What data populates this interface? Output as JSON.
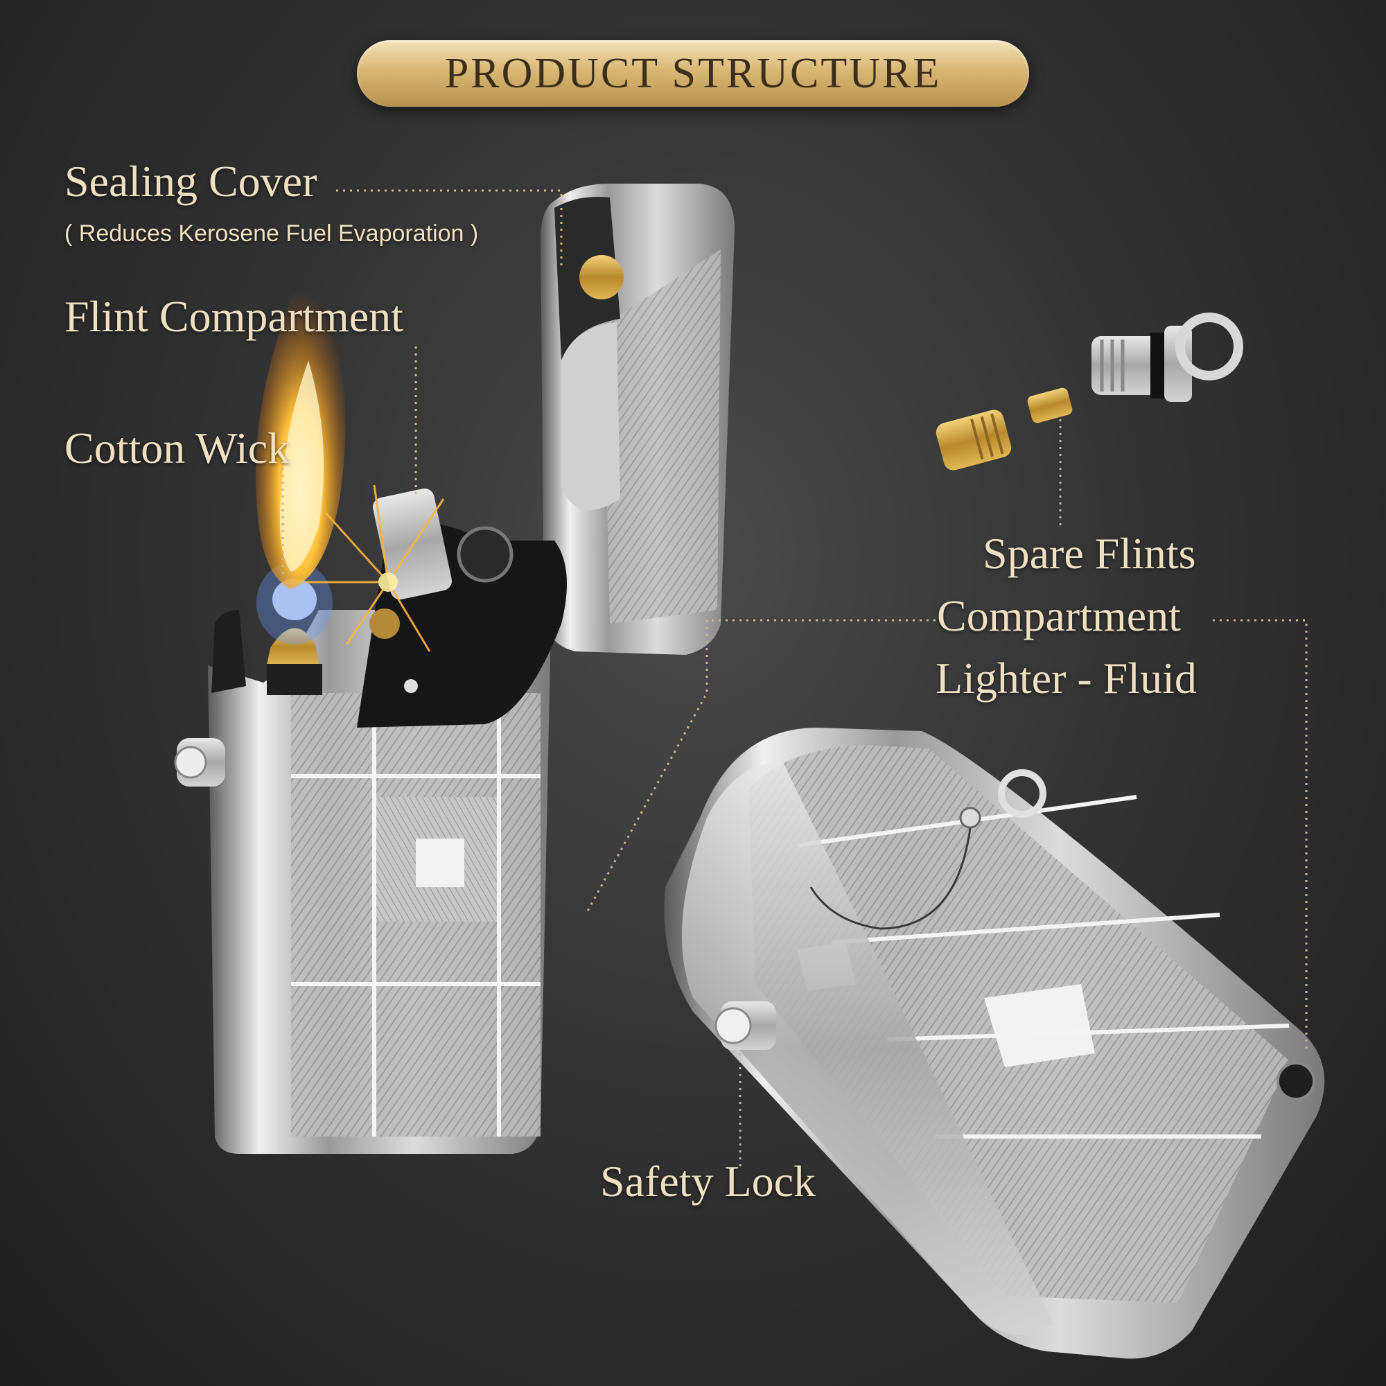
{
  "banner": {
    "title": "PRODUCT STRUCTURE"
  },
  "callouts": {
    "sealing_cover": "Sealing Cover",
    "sealing_cover_note": "( Reduces Kerosene Fuel Evaporation )",
    "flint_compartment": "Flint Compartment",
    "cotton_wick": "Cotton Wick",
    "spare_flints": "Spare Flints",
    "compartment": "Compartment",
    "lighter_fluid": "Lighter - Fluid",
    "safety_lock": "Safety Lock"
  },
  "colors": {
    "background": "#2e2e2e",
    "label_text": "#efe0c2",
    "banner_gold": "#d8b774",
    "leader_line": "#c9b68e",
    "chrome": "#c8c8c8"
  }
}
